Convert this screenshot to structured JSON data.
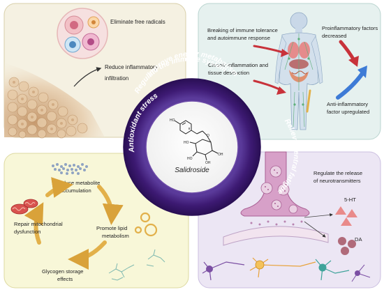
{
  "center": {
    "compound": "Salidroside",
    "ring": {
      "top": "Regulate the immune system",
      "right": "Relieve central fatigue",
      "bottom": "Improve energy metabolism",
      "left": "Antioxidant stress"
    }
  },
  "panel_top_left": {
    "label_radicals": "Eliminate free radicals",
    "label_inflammation_1": "Reduce inflammatory",
    "label_inflammation_2": "infiltration"
  },
  "panel_top_right": {
    "label_tolerance_1": "Breaking of immune tolerance",
    "label_tolerance_2": "and autoimmune response",
    "label_chronic_1": "Chronic inflammation and",
    "label_chronic_2": "tissue destruction",
    "label_proinflam_1": "Proinflammatory factors",
    "label_proinflam_2": "decreased",
    "label_antiinflam_1": "Anti-inflammatory",
    "label_antiinflam_2": "factor upregulated"
  },
  "panel_bottom_left": {
    "label_reduce_1": "Reduce metabolite",
    "label_reduce_2": "accumulation",
    "label_lipid_1": "Promote lipid",
    "label_lipid_2": "metabolism",
    "label_glycogen": "Glycogen storage",
    "label_glycogen_2": "effects",
    "label_repair_1": "Repair mitochondrial",
    "label_repair_2": "dysfunction"
  },
  "panel_bottom_right": {
    "label_release_1": "Regulate the release",
    "label_release_2": "of neurotransmitters",
    "label_5ht": "5-HT",
    "label_da": "DA"
  },
  "colors": {
    "panel_tl": "#f5f1e2",
    "panel_tr": "#e6f1ef",
    "panel_bl": "#f8f7d8",
    "panel_br": "#ece6f4",
    "ring_outer": "#3d1a73",
    "ring_inner": "#6c4aa8",
    "accent_red": "#c8323a",
    "accent_blue": "#3e7bd6",
    "arrow_gold": "#e2b04a",
    "neuron_pink": "#d7a0c8",
    "triangle_pink": "#e98a8a",
    "da_circle": "#b06a7a"
  }
}
